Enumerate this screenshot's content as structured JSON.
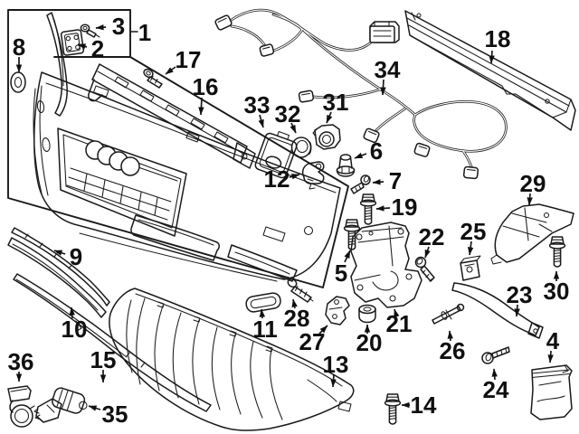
{
  "colors": {
    "background": "#ffffff",
    "line": "#1a1a1a",
    "label": "#101010"
  },
  "callouts": [
    {
      "label": "1"
    },
    {
      "label": "2"
    },
    {
      "label": "3"
    },
    {
      "label": "4"
    },
    {
      "label": "5"
    },
    {
      "label": "6"
    },
    {
      "label": "7"
    },
    {
      "label": "8"
    },
    {
      "label": "9"
    },
    {
      "label": "10"
    },
    {
      "label": "11"
    },
    {
      "label": "12"
    },
    {
      "label": "13"
    },
    {
      "label": "14"
    },
    {
      "label": "15"
    },
    {
      "label": "16"
    },
    {
      "label": "17"
    },
    {
      "label": "18"
    },
    {
      "label": "19"
    },
    {
      "label": "20"
    },
    {
      "label": "21"
    },
    {
      "label": "22"
    },
    {
      "label": "23"
    },
    {
      "label": "24"
    },
    {
      "label": "25"
    },
    {
      "label": "26"
    },
    {
      "label": "27"
    },
    {
      "label": "28"
    },
    {
      "label": "29"
    },
    {
      "label": "30"
    },
    {
      "label": "31"
    },
    {
      "label": "32"
    },
    {
      "label": "33"
    },
    {
      "label": "34"
    },
    {
      "label": "35"
    },
    {
      "label": "36"
    }
  ]
}
